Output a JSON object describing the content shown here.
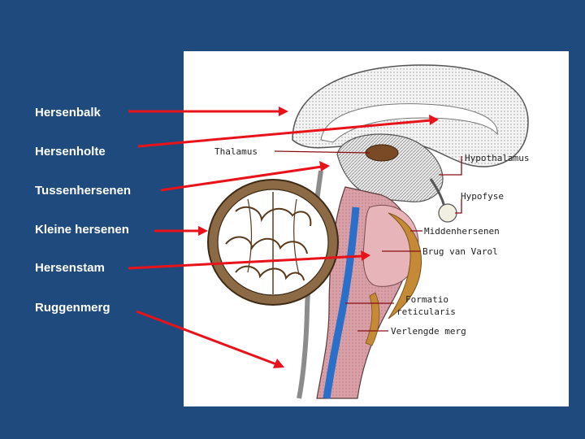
{
  "left_labels": [
    "Hersenbalk",
    "Hersenholte",
    "Tussenhersenen",
    "Kleine hersenen",
    "Hersenstam",
    "Ruggenmerg"
  ],
  "diagram_labels": {
    "thalamus": "Thalamus",
    "hypothalamus": "Hypothalamus",
    "hypofyse": "Hypofyse",
    "middenhersenen": "Middenhersenen",
    "brug": "Brug van Varol",
    "formatio_1": "Formatio",
    "formatio_2": "reticularis",
    "verlengde": "Verlengde merg"
  },
  "colors": {
    "background": "#1f4a7e",
    "arrow": "#e8131a",
    "panel": "#ffffff"
  }
}
